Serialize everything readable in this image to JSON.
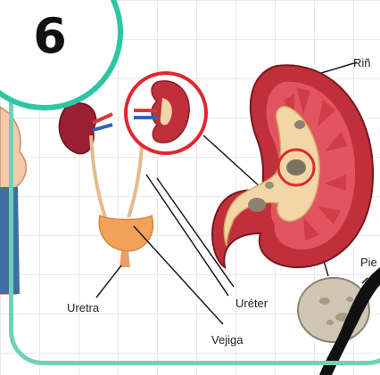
{
  "step_badge": {
    "number": "6"
  },
  "labels": {
    "kidney": "Riñ",
    "stone": "Pie",
    "urethra": "Uretra",
    "ureter": "Uréter",
    "bladder": "Vejiga"
  },
  "colors": {
    "frame": "#6fd1b8",
    "badge_border": "#2dc6a5",
    "highlight_circle": "#e0272e",
    "kidney_outer": "#c0303a",
    "kidney_inner": "#e2545f",
    "pelvis": "#f2d6a6"
  }
}
